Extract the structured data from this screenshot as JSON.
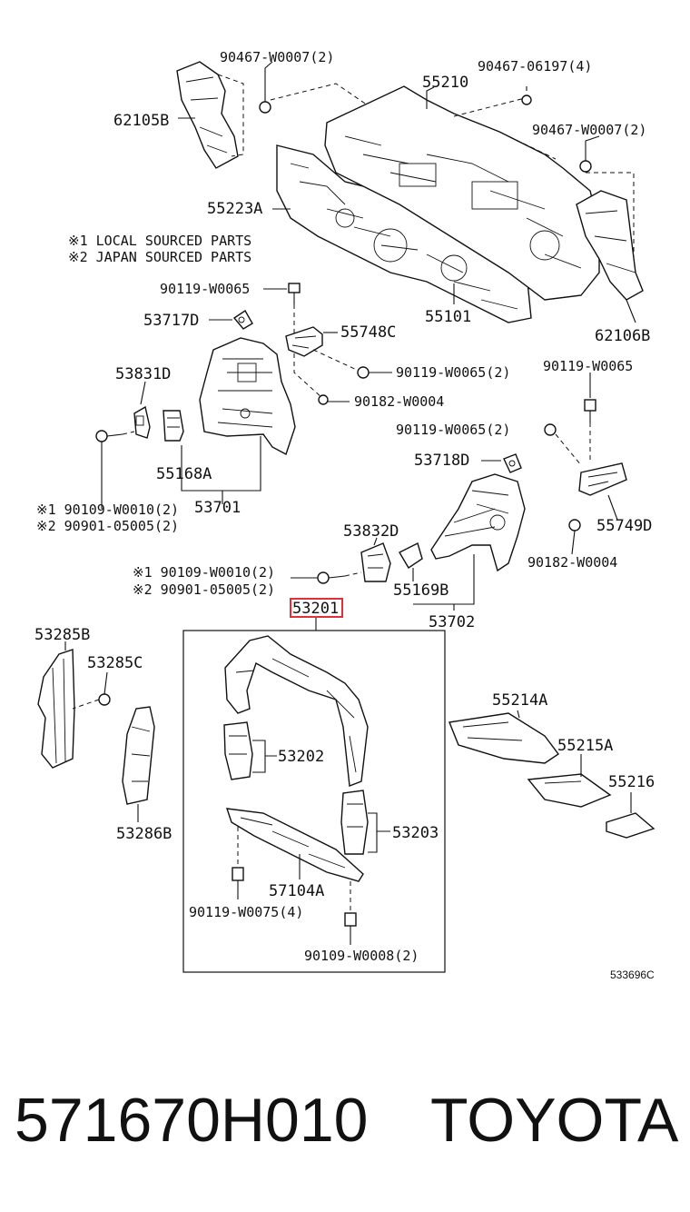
{
  "labels": {
    "l90467_w0007_top": "90467-W0007(2)",
    "l62105b": "62105B",
    "l55210": "55210",
    "l90467_06197": "90467-06197(4)",
    "l90467_w0007_right": "90467-W0007(2)",
    "l55223a": "55223A",
    "note1": "※1 LOCAL SOURCED PARTS",
    "note2": "※2 JAPAN SOURCED PARTS",
    "l90119_w0065_a": "90119-W0065",
    "l55101": "55101",
    "l62106b": "62106B",
    "l53717d": "53717D",
    "l55748c": "55748C",
    "l90119_w0065_2a": "90119-W0065(2)",
    "l90182_w0004_a": "90182-W0004",
    "l53831d": "53831D",
    "l90119_w0065_b": "90119-W0065",
    "l90119_w0065_2b": "90119-W0065(2)",
    "l53718d": "53718D",
    "l55168a": "55168A",
    "l53701": "53701",
    "l90109_w0010_a": "※1 90109-W0010(2)",
    "l90901_05005_a": "※2 90901-05005(2)",
    "l55749d": "55749D",
    "l53832d": "53832D",
    "l90182_w0004_b": "90182-W0004",
    "l90109_w0010_b": "※1 90109-W0010(2)",
    "l90901_05005_b": "※2 90901-05005(2)",
    "l55169b": "55169B",
    "l53702": "53702",
    "l53201": "53201",
    "l53285b": "53285B",
    "l53285c": "53285C",
    "l55214a": "55214A",
    "l55215a": "55215A",
    "l55216": "55216",
    "l53202": "53202",
    "l53203": "53203",
    "l53286b": "53286B",
    "l57104a": "57104A",
    "l90119_w0075": "90119-W0075(4)",
    "l90109_w0008": "90109-W0008(2)",
    "l533696c": "533696C"
  },
  "footer": {
    "part_number": "571670H010",
    "brand": "TOYOTA"
  },
  "colors": {
    "highlight": "#e0303a",
    "ink": "#111111"
  }
}
